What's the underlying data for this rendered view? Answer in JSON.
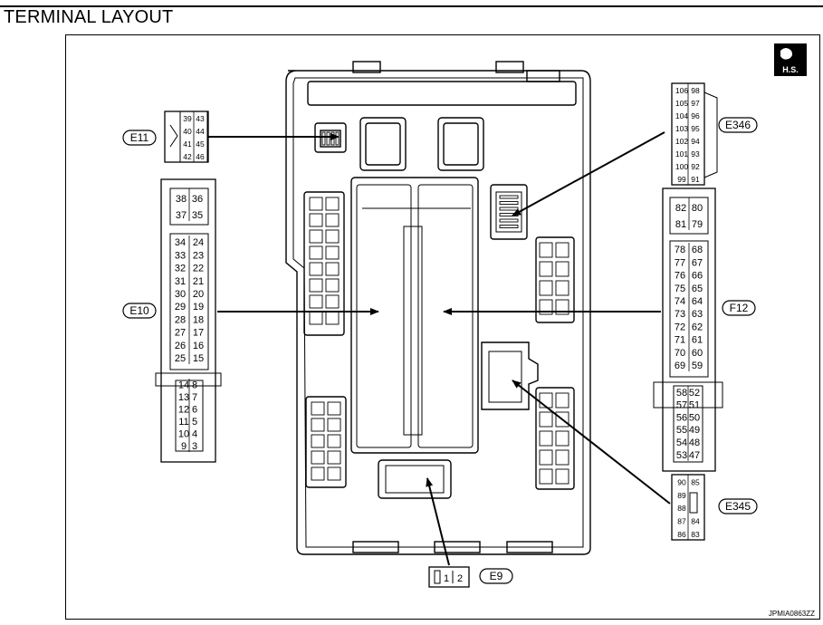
{
  "title": "TERMINAL LAYOUT",
  "hs_badge": "H.S.",
  "diagram_code": "JPMIA0863ZZ",
  "connectors": {
    "E11": {
      "label": "E11",
      "pins": [
        [
          "39",
          "43"
        ],
        [
          "40",
          "44"
        ],
        [
          "41",
          "45"
        ],
        [
          "42",
          "46"
        ]
      ]
    },
    "E10": {
      "label": "E10",
      "block1": [
        [
          "38",
          "36"
        ],
        [
          "37",
          "35"
        ]
      ],
      "block2": [
        [
          "34",
          "24"
        ],
        [
          "33",
          "23"
        ],
        [
          "32",
          "22"
        ],
        [
          "31",
          "21"
        ],
        [
          "30",
          "20"
        ],
        [
          "29",
          "19"
        ],
        [
          "28",
          "18"
        ],
        [
          "27",
          "17"
        ],
        [
          "26",
          "16"
        ],
        [
          "25",
          "15"
        ]
      ],
      "block3": [
        [
          "14",
          "8"
        ],
        [
          "13",
          "7"
        ],
        [
          "12",
          "6"
        ],
        [
          "11",
          "5"
        ],
        [
          "10",
          "4"
        ],
        [
          "9",
          "3"
        ]
      ]
    },
    "E346": {
      "label": "E346",
      "pins": [
        [
          "106",
          "98"
        ],
        [
          "105",
          "97"
        ],
        [
          "104",
          "96"
        ],
        [
          "103",
          "95"
        ],
        [
          "102",
          "94"
        ],
        [
          "101",
          "93"
        ],
        [
          "100",
          "92"
        ],
        [
          "99",
          "91"
        ]
      ]
    },
    "F12": {
      "label": "F12",
      "block1": [
        [
          "82",
          "80"
        ],
        [
          "81",
          "79"
        ]
      ],
      "block2": [
        [
          "78",
          "68"
        ],
        [
          "77",
          "67"
        ],
        [
          "76",
          "66"
        ],
        [
          "75",
          "65"
        ],
        [
          "74",
          "64"
        ],
        [
          "73",
          "63"
        ],
        [
          "72",
          "62"
        ],
        [
          "71",
          "61"
        ],
        [
          "70",
          "60"
        ],
        [
          "69",
          "59"
        ]
      ],
      "block3": [
        [
          "58",
          "52"
        ],
        [
          "57",
          "51"
        ],
        [
          "56",
          "50"
        ],
        [
          "55",
          "49"
        ],
        [
          "54",
          "48"
        ],
        [
          "53",
          "47"
        ]
      ]
    },
    "E345": {
      "label": "E345",
      "pins": [
        [
          "90",
          "85"
        ],
        [
          "89",
          ""
        ],
        [
          "88",
          ""
        ],
        [
          "87",
          "84"
        ],
        [
          "86",
          "83"
        ]
      ]
    },
    "E9": {
      "label": "E9",
      "pins": [
        "1",
        "2"
      ]
    }
  }
}
